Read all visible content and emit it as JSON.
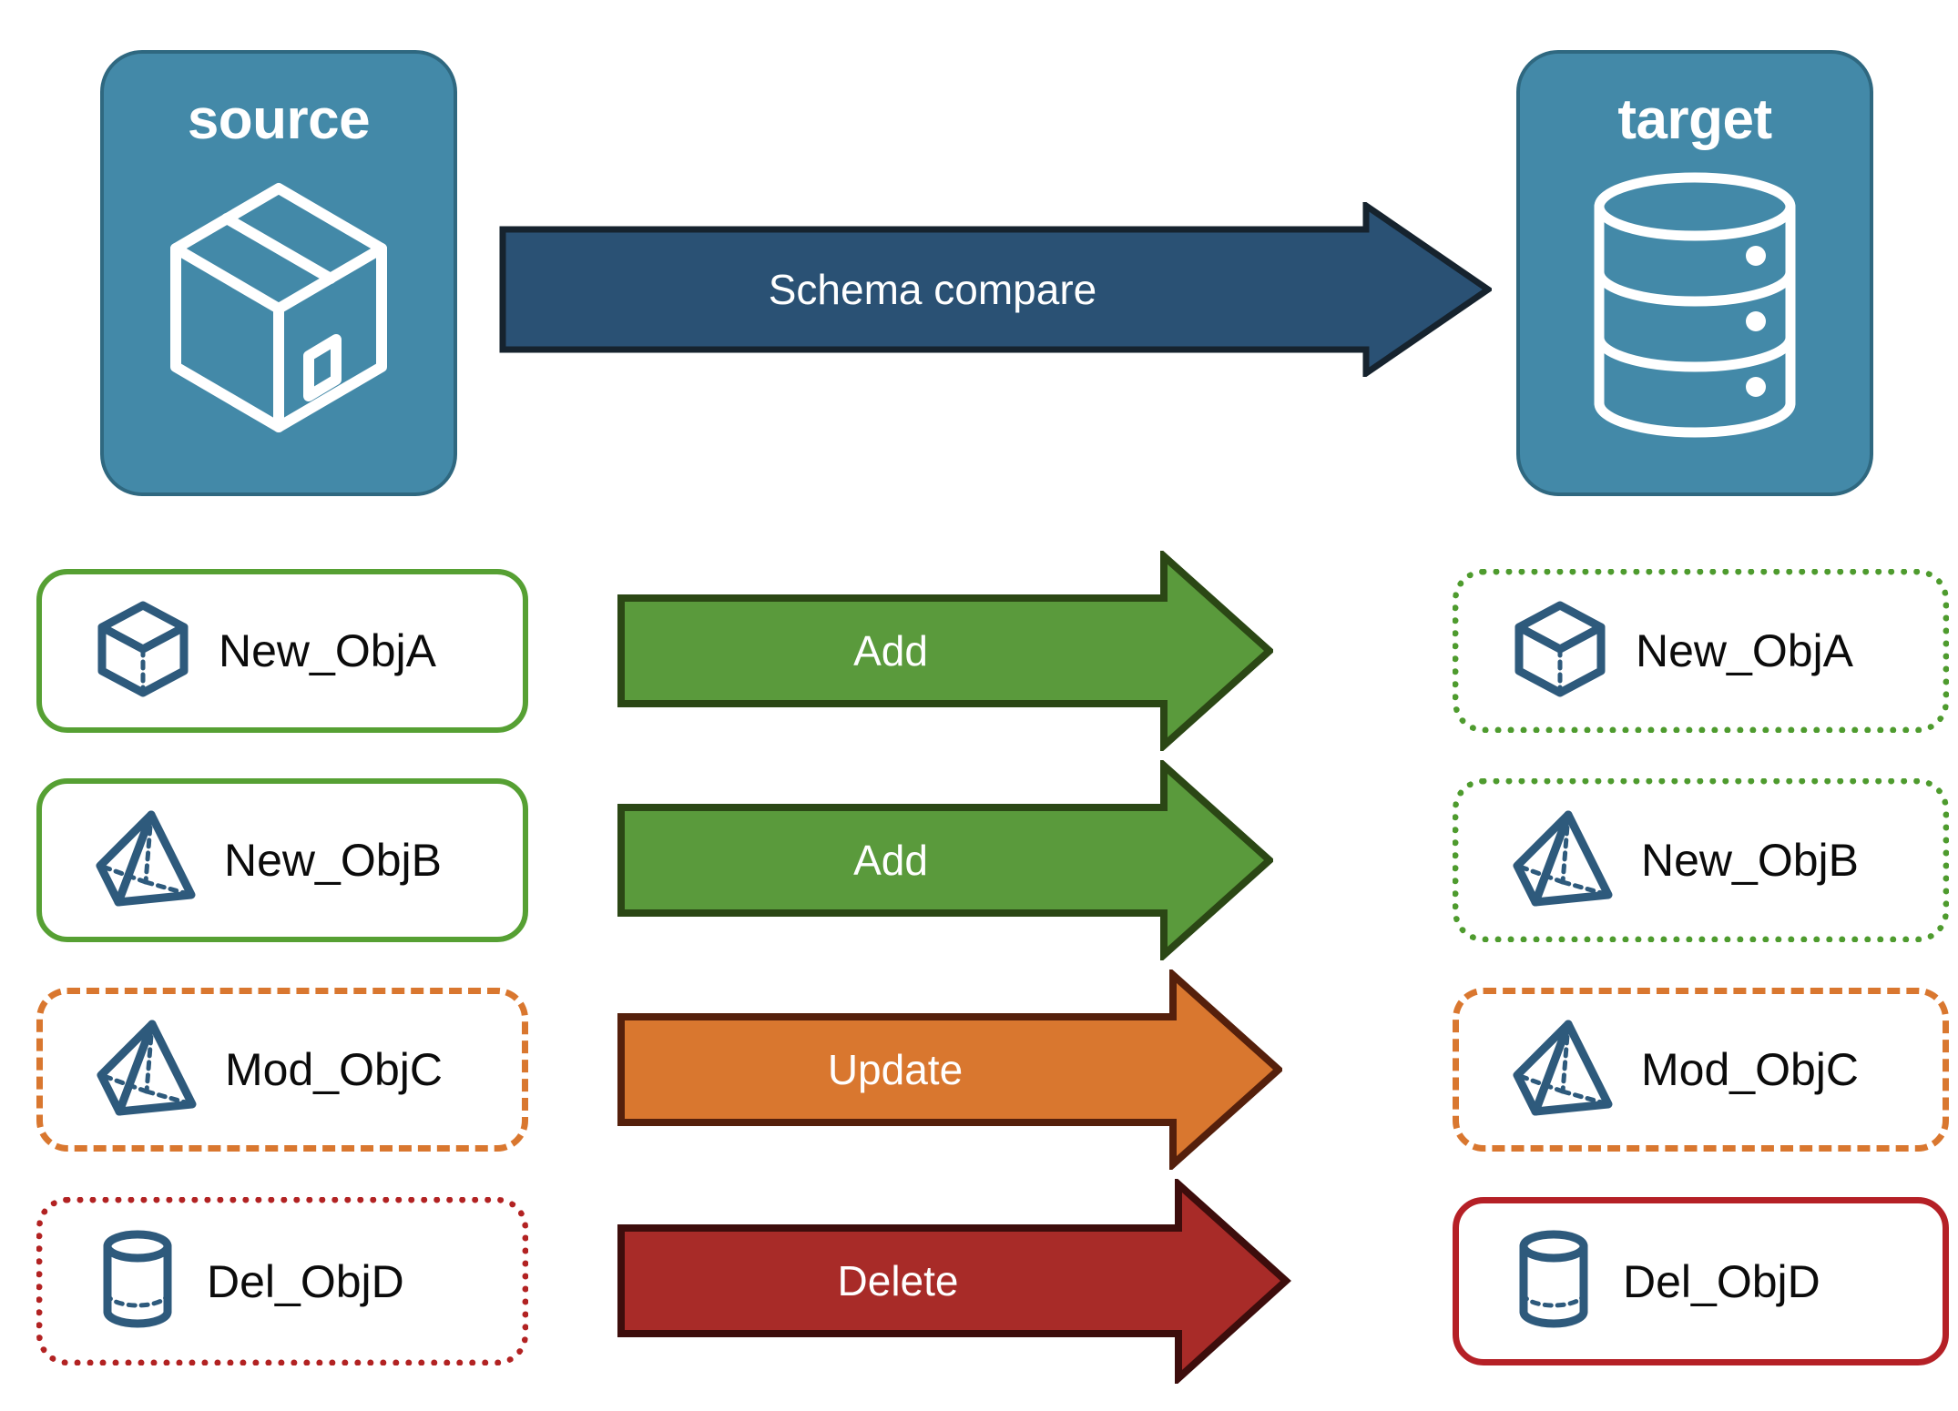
{
  "diagram": {
    "title_source": "source",
    "title_target": "target",
    "compare_label": "Schema compare"
  },
  "colors": {
    "endpoint_fill": "#4389A8",
    "endpoint_border": "#2F6880",
    "compare_arrow_fill": "#2A5174",
    "compare_arrow_border": "#16232E",
    "add_fill": "#5A9A3C",
    "add_border": "#2B4715",
    "update_fill": "#D9772F",
    "update_border": "#55200C",
    "delete_fill": "#A82B28",
    "delete_border": "#3D0D0C",
    "icon_blue": "#2E5A7C",
    "green_border": "#56A033",
    "orange_border": "#D9772F",
    "red_border": "#B52026",
    "label_text": "#0b0b0b"
  },
  "endpoints": {
    "source": {
      "label": "source",
      "icon": "package-box-icon"
    },
    "target": {
      "label": "target",
      "icon": "database-cylinder-icon"
    }
  },
  "compare": {
    "label": "Schema compare",
    "icon": "right-arrow-icon"
  },
  "rows": [
    {
      "source": {
        "label": "New_ObjA",
        "icon": "wireframe-cube-icon",
        "border": "solid-green"
      },
      "action": {
        "label": "Add",
        "color": "green"
      },
      "target": {
        "label": "New_ObjA",
        "icon": "wireframe-cube-icon",
        "border": "dotted-green"
      }
    },
    {
      "source": {
        "label": "New_ObjB",
        "icon": "wireframe-pyramid-icon",
        "border": "solid-green"
      },
      "action": {
        "label": "Add",
        "color": "green"
      },
      "target": {
        "label": "New_ObjB",
        "icon": "wireframe-pyramid-icon",
        "border": "dotted-green"
      }
    },
    {
      "source": {
        "label": "Mod_ObjC",
        "icon": "wireframe-pyramid-icon",
        "border": "dashed-orange"
      },
      "action": {
        "label": "Update",
        "color": "orange"
      },
      "target": {
        "label": "Mod_ObjC",
        "icon": "wireframe-pyramid-icon",
        "border": "dashed-orange"
      }
    },
    {
      "source": {
        "label": "Del_ObjD",
        "icon": "wireframe-cylinder-icon",
        "border": "dotted-red"
      },
      "action": {
        "label": "Delete",
        "color": "red"
      },
      "target": {
        "label": "Del_ObjD",
        "icon": "wireframe-cylinder-icon",
        "border": "solid-red"
      }
    }
  ]
}
